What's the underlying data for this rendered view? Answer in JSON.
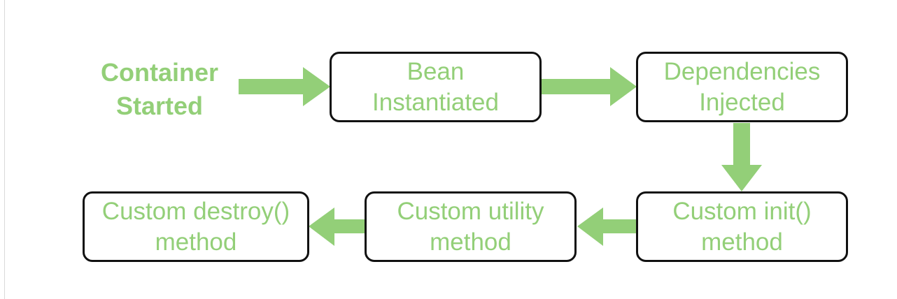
{
  "diagram": {
    "start": "Container\nStarted",
    "steps": [
      "Bean\nInstantiated",
      "Dependencies\nInjected",
      "Custom init()\nmethod",
      "Custom utility\nmethod",
      "Custom destroy()\nmethod"
    ],
    "colors": {
      "text": "#93cf78",
      "arrow": "#93cf78",
      "border": "#111111"
    }
  }
}
